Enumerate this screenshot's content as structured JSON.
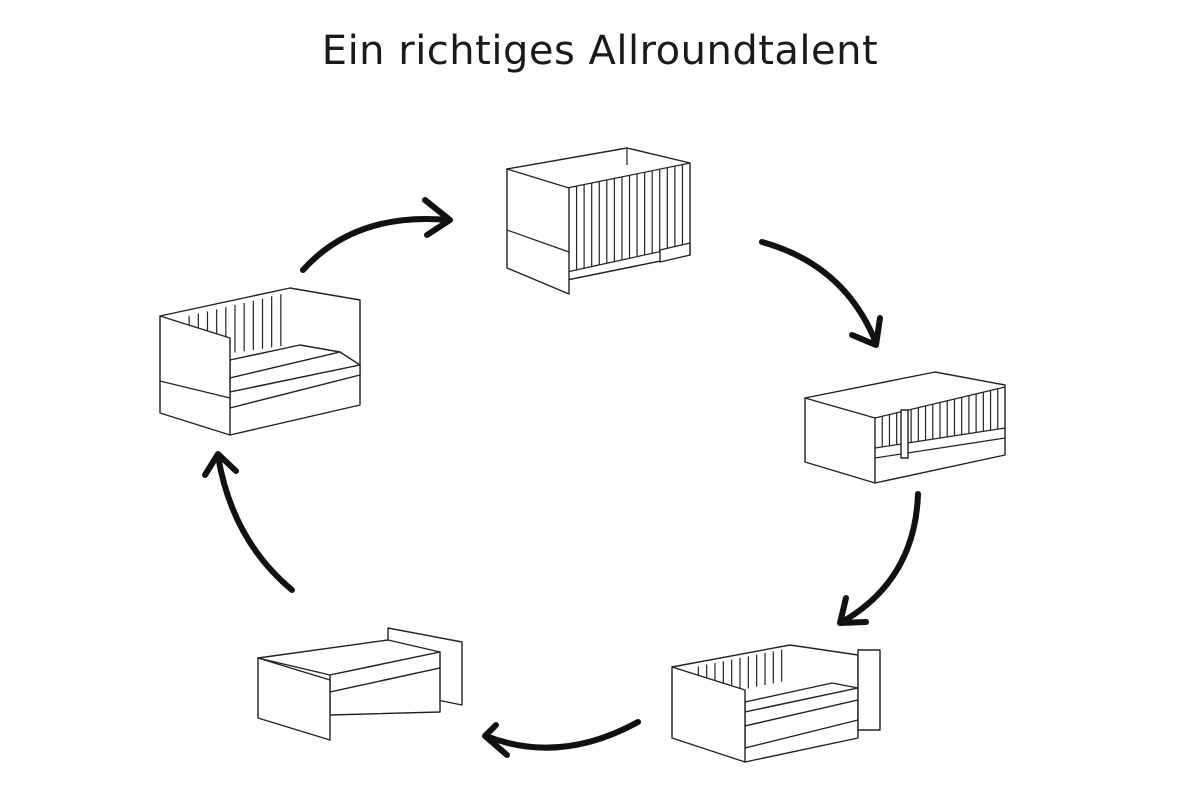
{
  "title": "Ein richtiges Allroundtalent",
  "stages": [
    {
      "name": "baby-crib"
    },
    {
      "name": "crib-with-removable-rails"
    },
    {
      "name": "sofa-bed-with-drawer"
    },
    {
      "name": "junior-bed"
    },
    {
      "name": "sofa-bed-with-backrest"
    }
  ],
  "arrow_color": "#111111",
  "line_color": "#222222"
}
